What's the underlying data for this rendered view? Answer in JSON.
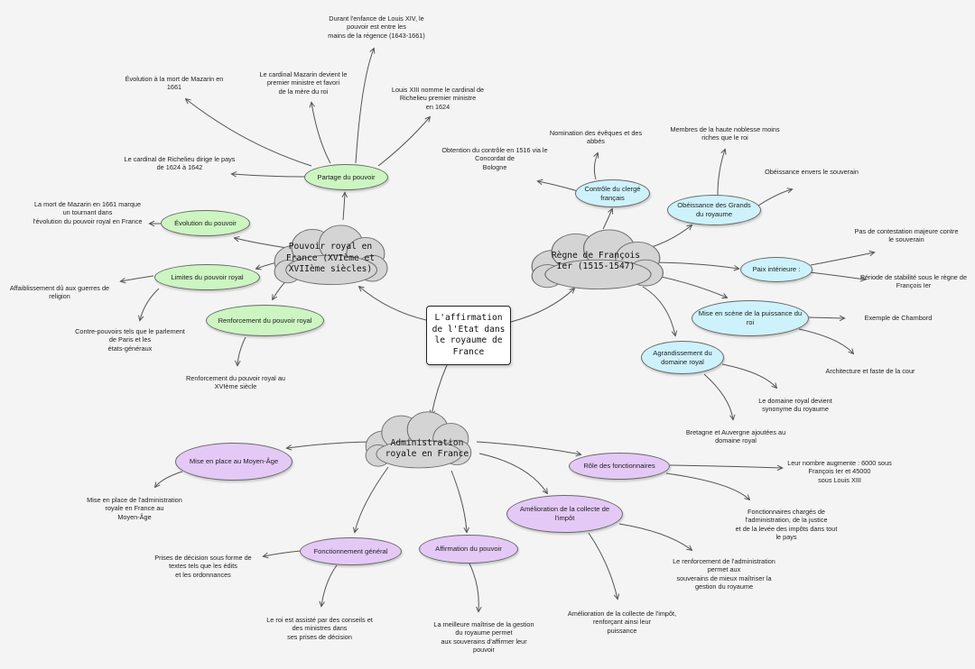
{
  "colors": {
    "green": "#ccf5c2",
    "cyan": "#cdf2fb",
    "purple": "#e4c9f7",
    "cloud": "#d4d4d4",
    "background": "#f4f4f4"
  },
  "central": "L'affirmation de l'Etat dans le royaume de France",
  "clouds": {
    "pouvoir": "Pouvoir royal en France (XVIème et XVIIème siècles)",
    "francois": "Règne de François Ier (1515-1547)",
    "admin": "Administration royale en France"
  },
  "nodes": {
    "partage": "Partage du pouvoir",
    "evolution": "Évolution du pouvoir",
    "limites": "Limites du pouvoir royal",
    "renforcement": "Renforcement du pouvoir royal",
    "controle": "Contrôle du clergé français",
    "obeissance": "Obéissance des Grands du royaume",
    "paix": "Paix intérieure :",
    "mise_scene": "Mise en scène de la puissance du roi",
    "agrandissement": "Agrandissement du domaine royal",
    "mise_place": "Mise en place au Moyen-Âge",
    "role": "Rôle des fonctionnaires",
    "amelioration": "Amélioration de la collecte de l'impôt",
    "fonctionnement": "Fonctionnement général",
    "affirmation": "Affirmation du pouvoir"
  },
  "labels": {
    "enfance": "Durant l'enfance de Louis XIV, le\npouvoir est entre les\nmains de la régence (1643-1661)",
    "evol_mazarin": "Évolution à la mort de Mazarin en\n1661",
    "mazarin_ministre": "Le cardinal Mazarin devient le\npremier ministre et favori\nde la mère du roi",
    "louis13": "Louis XIII nomme le cardinal de\nRichelieu premier ministre\nen 1624",
    "richelieu": "Le cardinal de Richelieu dirige le pays\nde 1624 à 1642",
    "mort_mazarin": "La mort de Mazarin en 1661 marque\nun tournant dans\nl'évolution du pouvoir royal en France",
    "affaiblissement": "Affaiblissement dû aux guerres de\nreligion",
    "contre_pouvoirs": "Contre-pouvoirs tels que le parlement\nde Paris et les\nétats-généraux",
    "renf_16": "Renforcement du pouvoir royal au\nXVIème siècle",
    "nomination": "Nomination des évêques et des\nabbés",
    "concordat": "Obtention du contrôle en 1516 via le\nConcordat de\nBologne",
    "noblesse": "Membres de la haute noblesse moins\nriches que le roi",
    "obeissance_souv": "Obéissance envers le souverain",
    "pas_contestation": "Pas de contestation majeure contre\nle souverain",
    "periode_stab": "Période de stabilité sous le règne de\nFrançois Ier",
    "chambord": "Exemple de Chambord",
    "architecture": "Architecture et faste de la cour",
    "domaine_synonyme": "Le domaine royal devient\nsynonyme du royaume",
    "bretagne": "Bretagne et Auvergne ajoutées au\ndomaine royal",
    "mise_place_admin": "Mise en place de l'administration\nroyale en France au\nMoyen-Âge",
    "nombre": "Leur nombre augmente : 6000 sous\nFrançois Ier et 45000\nsous Louis XIII",
    "fonctionnaires_charges": "Fonctionnaires chargés de\nl'administration, de la justice\net de la levée des impôts dans tout\nle pays",
    "renf_admin": "Le renforcement de l'administration\npermet aux\nsouverains de mieux maîtriser la\ngestion du royaume",
    "amelioration_impot": "Amélioration de la collecte de l'impôt,\nrenforçant ainsi leur\npuissance",
    "prises_decision": "Prises de décision sous forme de\ntextes tels que les édits\net les ordonnances",
    "roi_assiste": "Le roi est assisté par des conseils et\ndes ministres dans\nses prises de décision",
    "meilleure_maitrise": "La meilleure maîtrise de la gestion\ndu royaume permet\naux souverains d'affirmer leur\npouvoir"
  }
}
